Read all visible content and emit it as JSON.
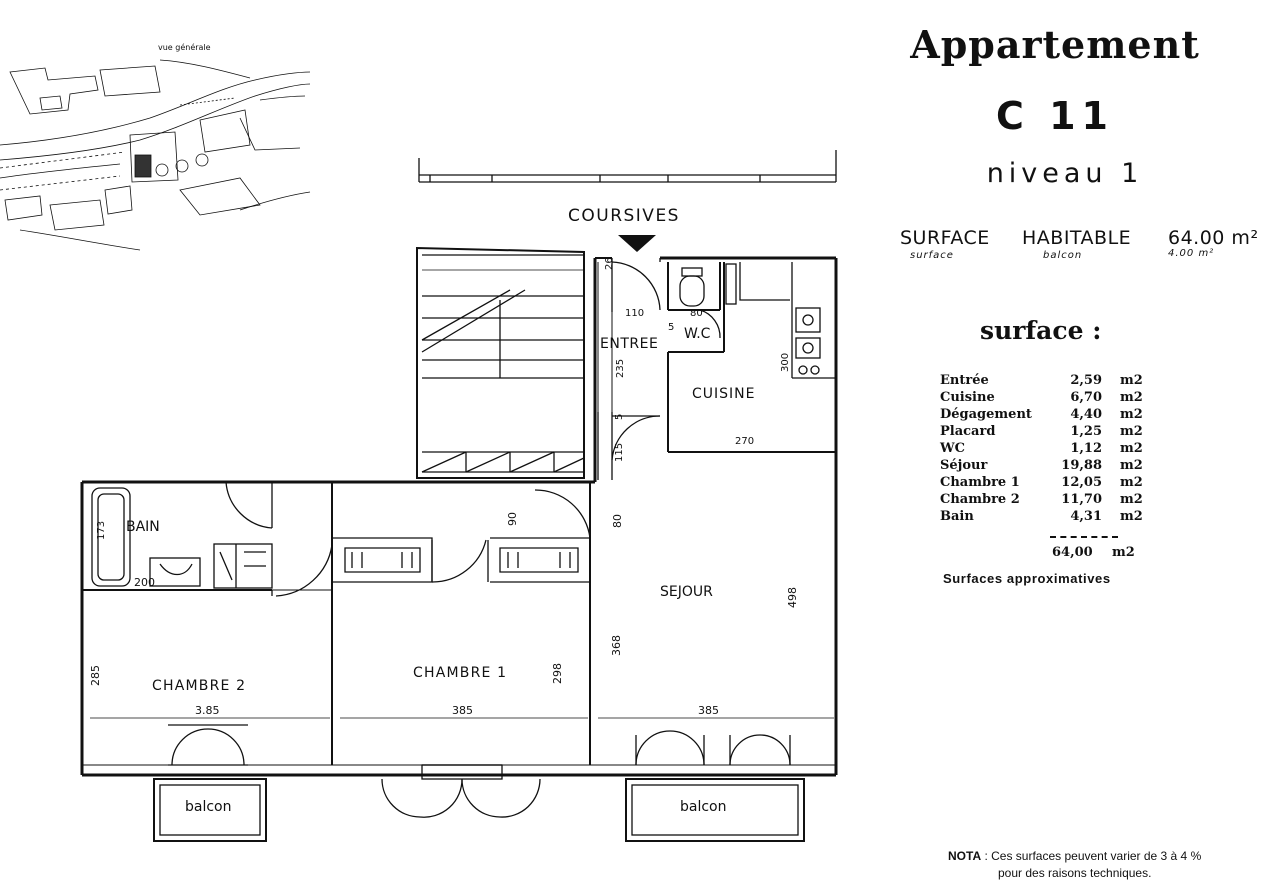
{
  "header": {
    "title": "Appartement",
    "unit": "C 11",
    "level": "niveau 1"
  },
  "surface_habitable": {
    "label_surface": "SURFACE",
    "label_habitable": "HABITABLE",
    "value": "64.00 m²",
    "hand_surface": "surface",
    "hand_balcon": "balcon",
    "hand_value": "4.00 m²"
  },
  "surface_table": {
    "title": "surface :",
    "rows": [
      {
        "room": "Entrée",
        "value": "2,59",
        "unit": "m2"
      },
      {
        "room": "Cuisine",
        "value": "6,70",
        "unit": "m2"
      },
      {
        "room": "Dégagement",
        "value": "4,40",
        "unit": "m2"
      },
      {
        "room": "Placard",
        "value": "1,25",
        "unit": "m2"
      },
      {
        "room": "WC",
        "value": "1,12",
        "unit": "m2"
      },
      {
        "room": "Séjour",
        "value": "19,88",
        "unit": "m2"
      },
      {
        "room": "Chambre 1",
        "value": "12,05",
        "unit": "m2"
      },
      {
        "room": "Chambre 2",
        "value": "11,70",
        "unit": "m2"
      },
      {
        "room": "Bain",
        "value": "4,31",
        "unit": "m2"
      }
    ],
    "total_value": "64,00",
    "total_unit": "m2",
    "note": "Surfaces approximatives"
  },
  "nota": {
    "label": "NOTA",
    "line1": ": Ces surfaces peuvent varier de 3 à 4 %",
    "line2": "pour des raisons techniques."
  },
  "location_map": {
    "caption": "vue générale"
  },
  "plan": {
    "rooms": {
      "coursives": "COURSIVES",
      "entree": "ENTREE",
      "wc": "W.C",
      "cuisine": "CUISINE",
      "bain": "BAIN",
      "chambre2": "CHAMBRE 2",
      "chambre1": "CHAMBRE 1",
      "sejour": "SEJOUR",
      "balcon_left": "balcon",
      "balcon_right": "balcon"
    },
    "dimensions": {
      "d26": "26",
      "d110": "110",
      "d80_wc": "80",
      "d5_wc": "5",
      "d235": "235",
      "d5_entry": "5",
      "d115": "115",
      "d300": "300",
      "d270": "270",
      "d173": "173",
      "d200": "200",
      "d90": "90",
      "d80": "80",
      "d285": "285",
      "d298": "298",
      "d368": "368",
      "d498": "498",
      "d385_a": "3.85",
      "d385_b": "385",
      "d385_c": "385"
    }
  }
}
